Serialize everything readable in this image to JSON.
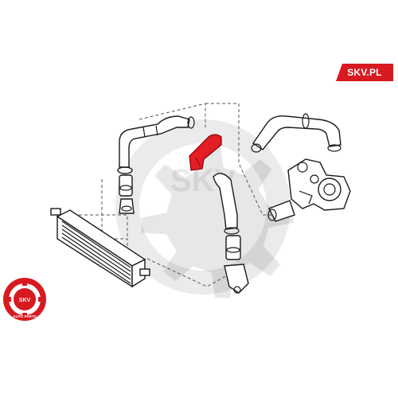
{
  "brand": {
    "name": "SKV.PL",
    "accent": "#d71920"
  },
  "watermark": {
    "text": "SKV"
  },
  "seal": {
    "center_text": "SKV",
    "ring_text": "AUTO PARTS",
    "color": "#d71920"
  },
  "highlight": {
    "part": "charge-air-hose",
    "color": "#e31e24"
  },
  "icons": [
    "gear-watermark",
    "skv-seal-logo"
  ]
}
